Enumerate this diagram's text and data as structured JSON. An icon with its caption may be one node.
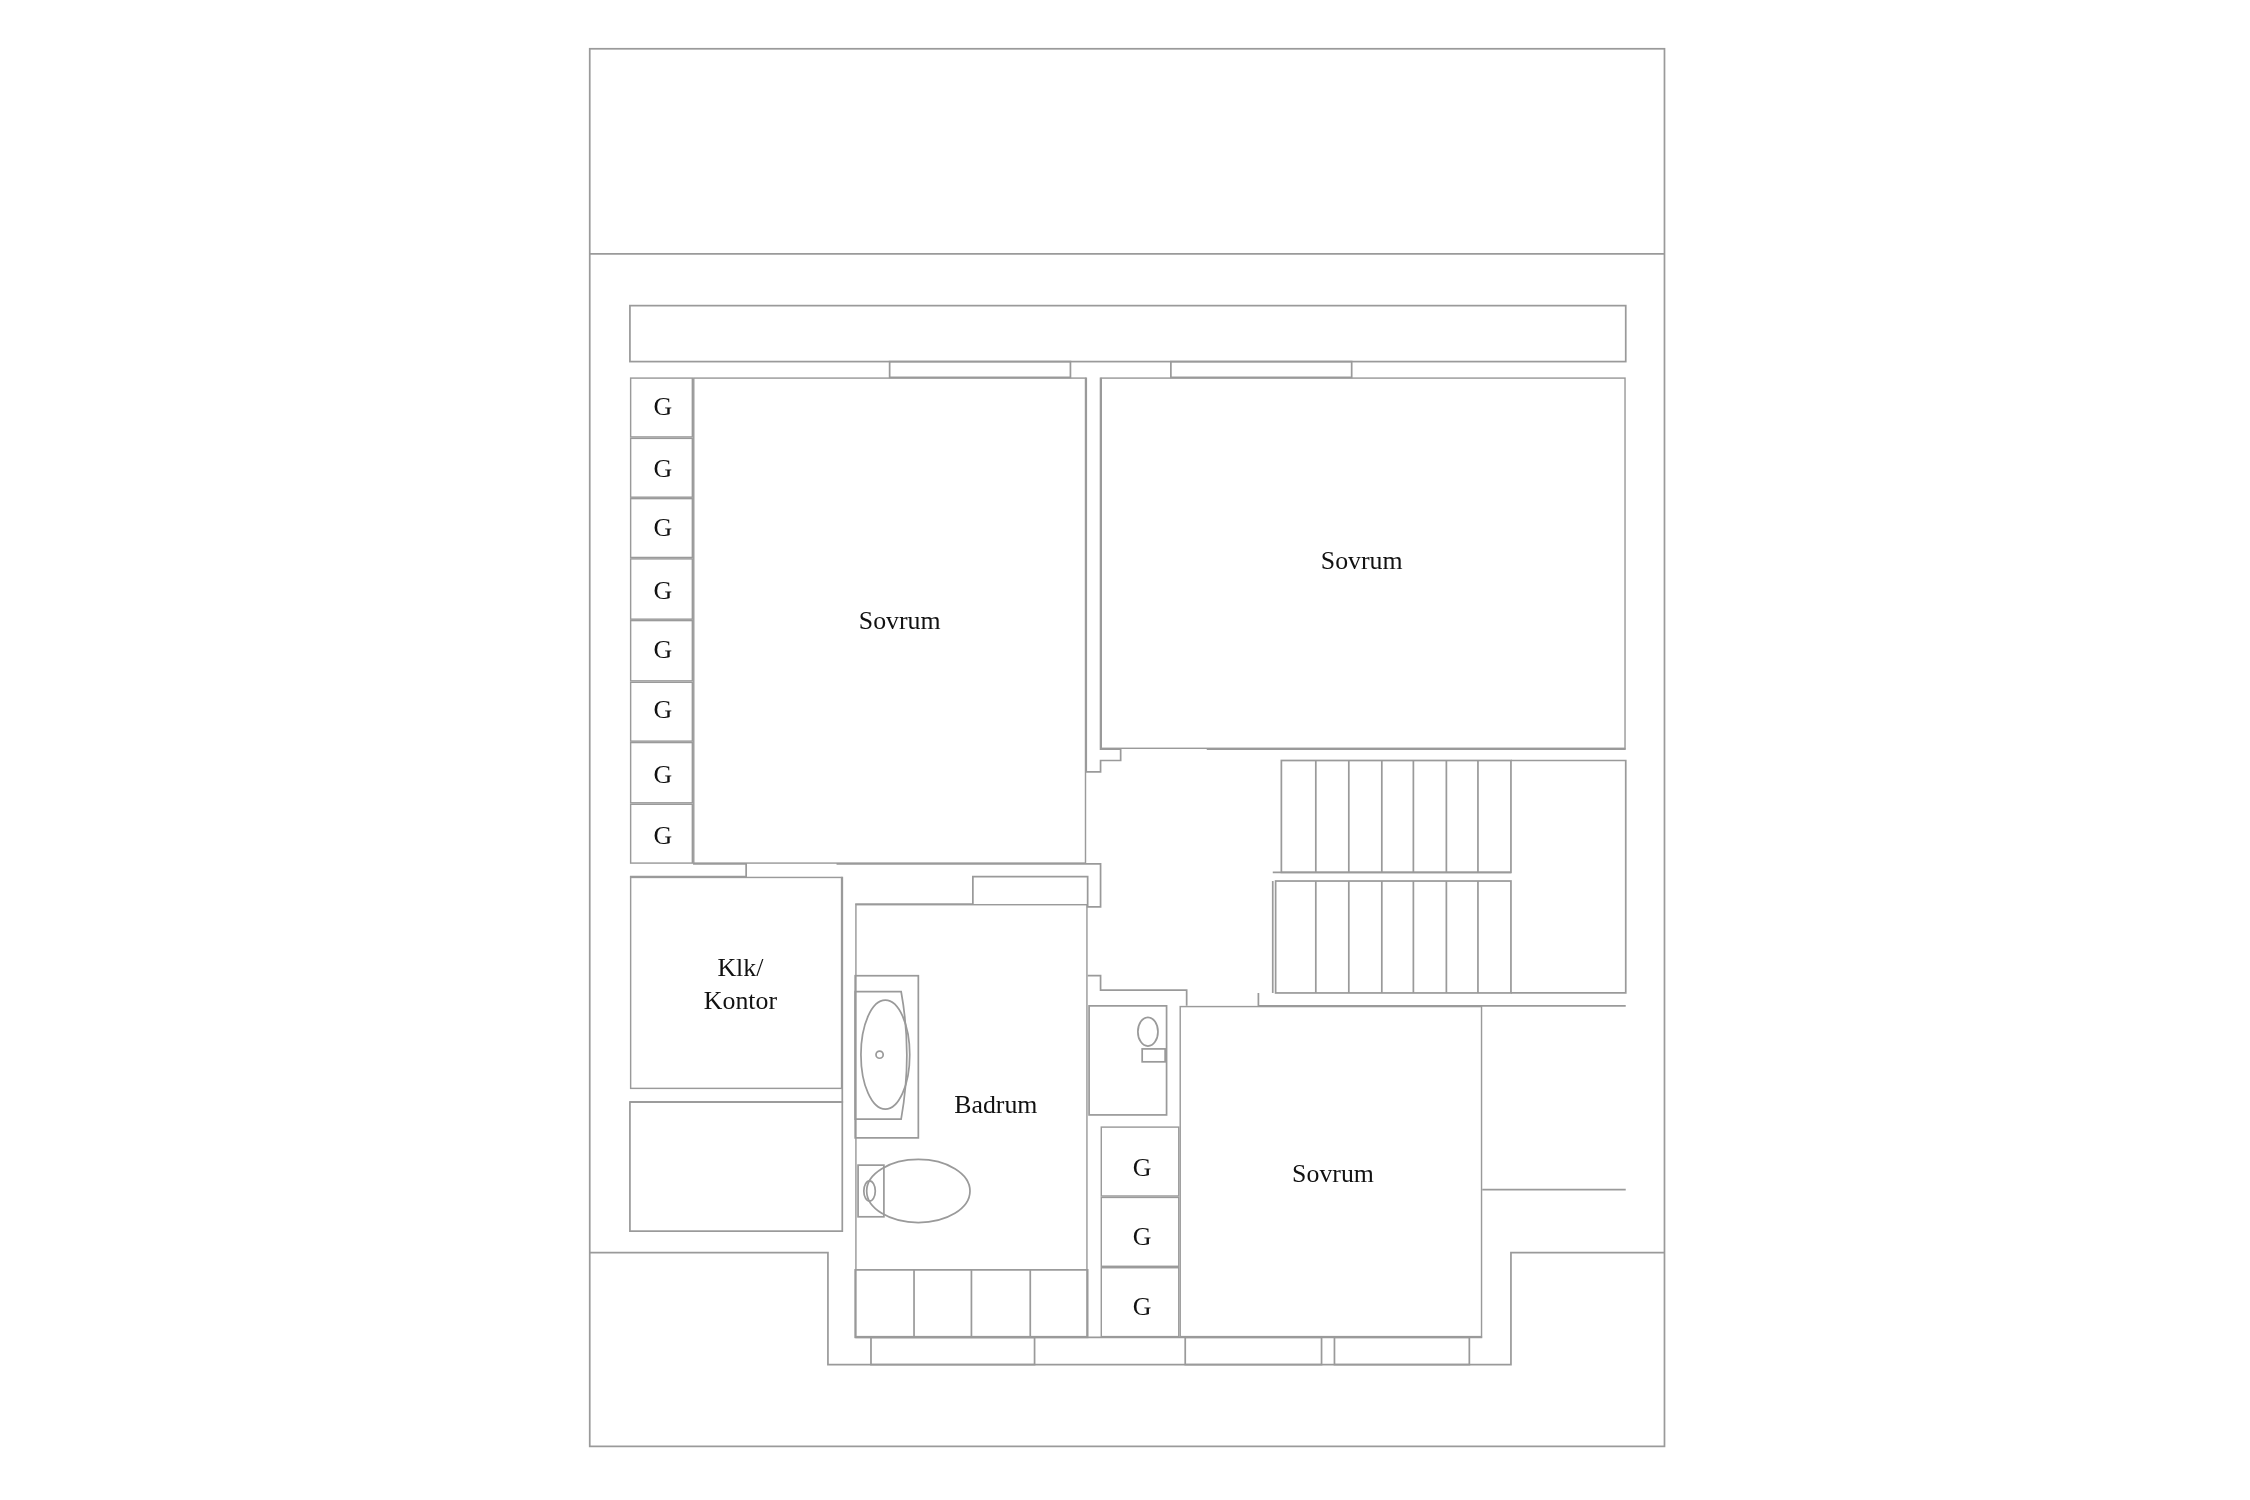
{
  "diagram": {
    "nodes": [
      {
        "text": [
          "G"
        ]
      },
      {
        "text": [
          "G"
        ]
      },
      {
        "text": [
          "G"
        ]
      },
      {
        "text": [
          "Sovrum"
        ]
      },
      {
        "text": [
          "G"
        ]
      },
      {
        "text": [
          "Sovrum"
        ]
      },
      {
        "text": [
          "G"
        ]
      },
      {
        "text": [
          "G"
        ]
      },
      {
        "text": [
          "G"
        ]
      },
      {
        "text": [
          "G"
        ]
      },
      {
        "text": [
          "Klk/ Kontor"
        ]
      },
      {
        "text": [
          "Badrum"
        ]
      },
      {
        "text": [
          "G"
        ]
      },
      {
        "text": [
          "Sovrum"
        ]
      },
      {
        "text": [
          "G"
        ]
      },
      {
        "text": [
          "G"
        ]
      }
    ]
  }
}
